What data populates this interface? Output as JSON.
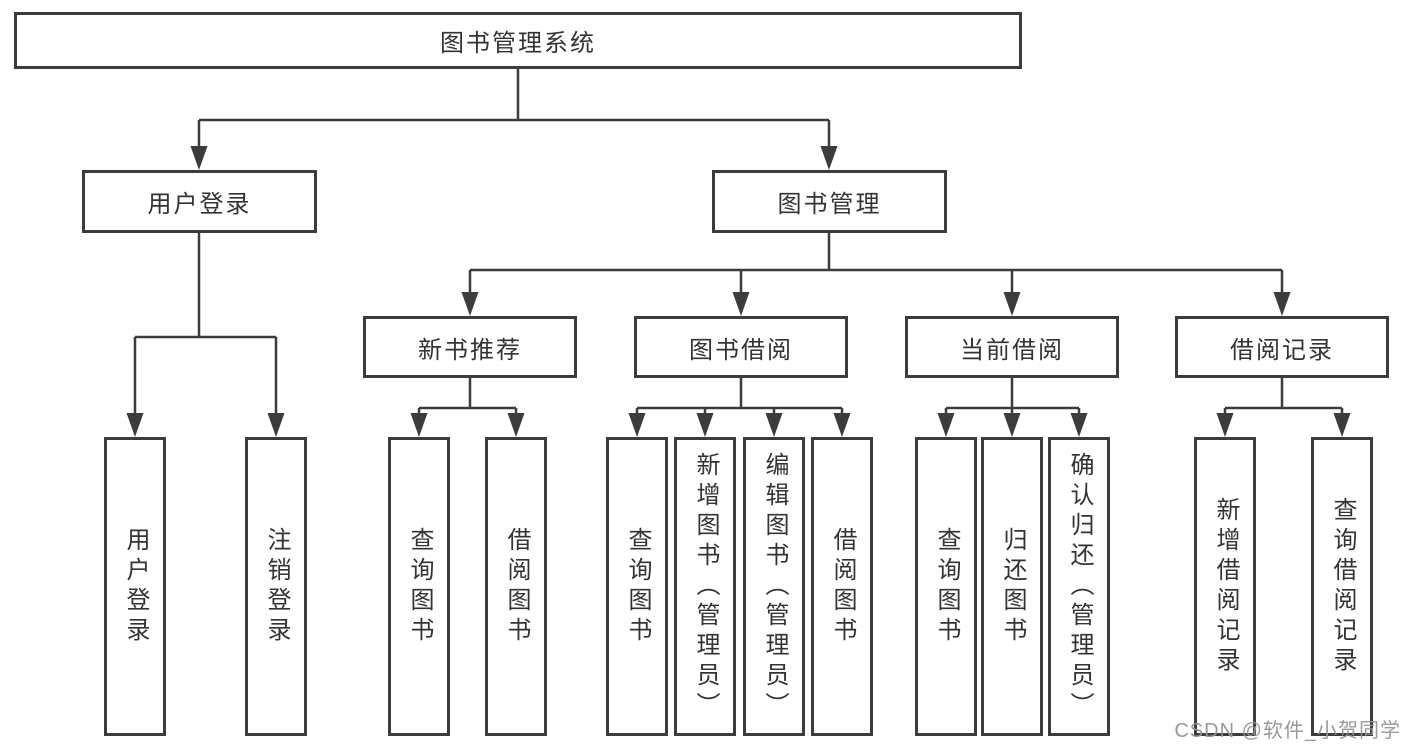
{
  "diagram_title": "图书管理系统",
  "tree": {
    "label": "图书管理系统",
    "children": [
      {
        "label": "用户登录",
        "children": [
          {
            "label": "用户登录"
          },
          {
            "label": "注销登录"
          }
        ]
      },
      {
        "label": "图书管理",
        "children": [
          {
            "label": "新书推荐",
            "children": [
              {
                "label": "查询图书"
              },
              {
                "label": "借阅图书"
              }
            ]
          },
          {
            "label": "图书借阅",
            "children": [
              {
                "label": "查询图书"
              },
              {
                "label": "新增图书（管理员）"
              },
              {
                "label": "编辑图书（管理员）"
              },
              {
                "label": "借阅图书"
              }
            ]
          },
          {
            "label": "当前借阅",
            "children": [
              {
                "label": "查询图书"
              },
              {
                "label": "归还图书"
              },
              {
                "label": "确认归还（管理员）"
              }
            ]
          },
          {
            "label": "借阅记录",
            "children": [
              {
                "label": "新增借阅记录"
              },
              {
                "label": "查询借阅记录"
              }
            ]
          }
        ]
      }
    ]
  },
  "watermark": "CSDN @软件_小贺同学",
  "colors": {
    "line": "#3c3c3c",
    "text": "#333333",
    "background": "#ffffff",
    "watermark": "#949494"
  }
}
